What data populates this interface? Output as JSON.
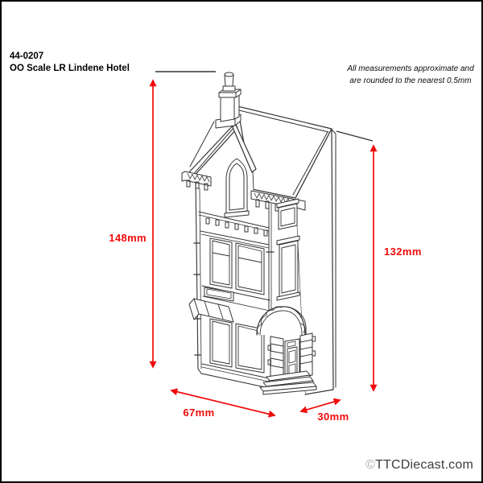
{
  "header": {
    "product_code": "44-0207",
    "product_name": "OO Scale LR Lindene Hotel"
  },
  "note": {
    "line1": "All measurements approximate and",
    "line2": "are rounded to the nearest 0.5mm"
  },
  "dims": {
    "height_left": "148mm",
    "height_right": "132mm",
    "width_front": "67mm",
    "depth_side": "30mm"
  },
  "footer": {
    "symbol": "©",
    "site": "TTCDiecast.com"
  },
  "colors": {
    "dimension": "#f10a0a",
    "drawing_line": "#333333",
    "frame": "#000000",
    "background": "#ffffff",
    "copyright_text": "#3d3d3d",
    "copyright_symbol": "#a8a8a8"
  }
}
